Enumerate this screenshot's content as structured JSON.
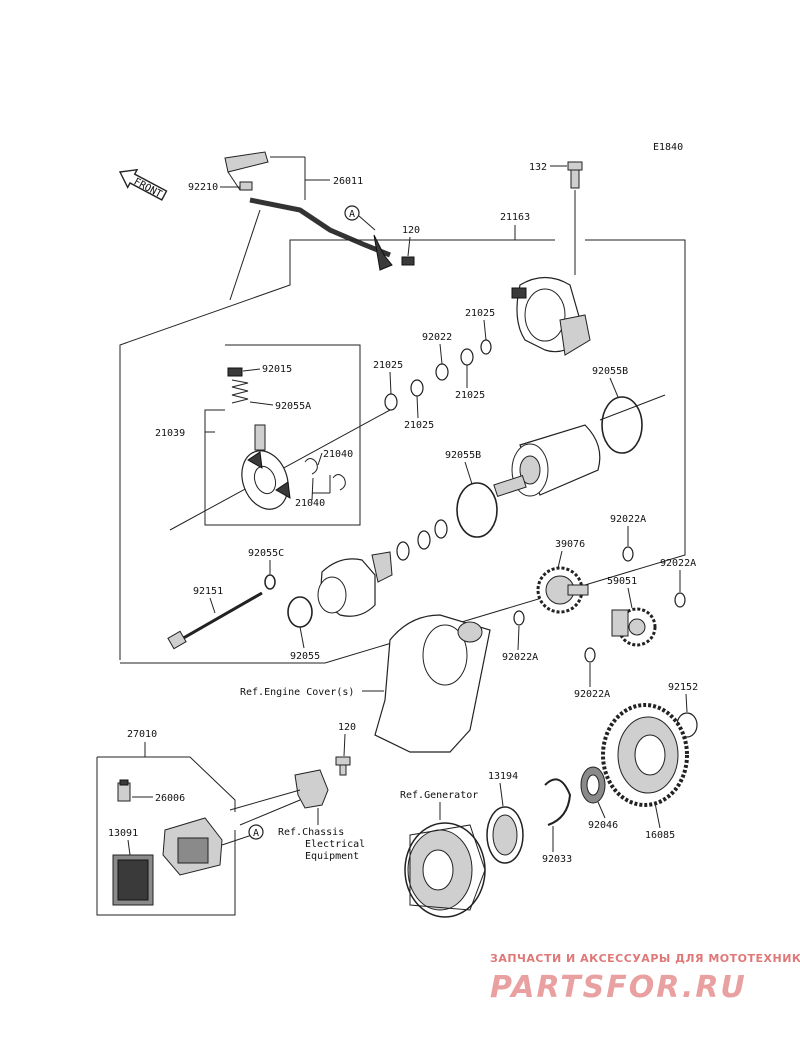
{
  "diagram": {
    "code": "E1840",
    "front_label": "FRONT",
    "callout_a": "A",
    "parts": {
      "p26011": "26011",
      "p92210": "92210",
      "p120a": "120",
      "p132": "132",
      "p21163": "21163",
      "p92015": "92015",
      "p92055A": "92055A",
      "p21039": "21039",
      "p21040a": "21040",
      "p21040b": "21040",
      "p21025a": "21025",
      "p21025b": "21025",
      "p21025c": "21025",
      "p21025d": "21025",
      "p92022": "92022",
      "p92055B_a": "92055B",
      "p92055B_b": "92055B",
      "p92055C": "92055C",
      "p92151": "92151",
      "p92055": "92055",
      "p39076": "39076",
      "p92022A_a": "92022A",
      "p92022A_b": "92022A",
      "p92022A_c": "92022A",
      "p92022A_d": "92022A",
      "p59051": "59051",
      "p92152": "92152",
      "p27010": "27010",
      "p120b": "120",
      "p26006": "26006",
      "p13091": "13091",
      "p13194": "13194",
      "p92046": "92046",
      "p16085": "16085",
      "p92033": "92033"
    },
    "refs": {
      "engine_cover": "Ref.Engine Cover(s)",
      "generator": "Ref.Generator",
      "chassis_1": "Ref.Chassis",
      "chassis_2": "Electrical",
      "chassis_3": "Equipment"
    }
  },
  "watermark": {
    "tagline": "ЗАПЧАСТИ И АКСЕССУАРЫ ДЛЯ МОТОТЕХНИКИ",
    "logo": "PARTSFOR.RU"
  }
}
